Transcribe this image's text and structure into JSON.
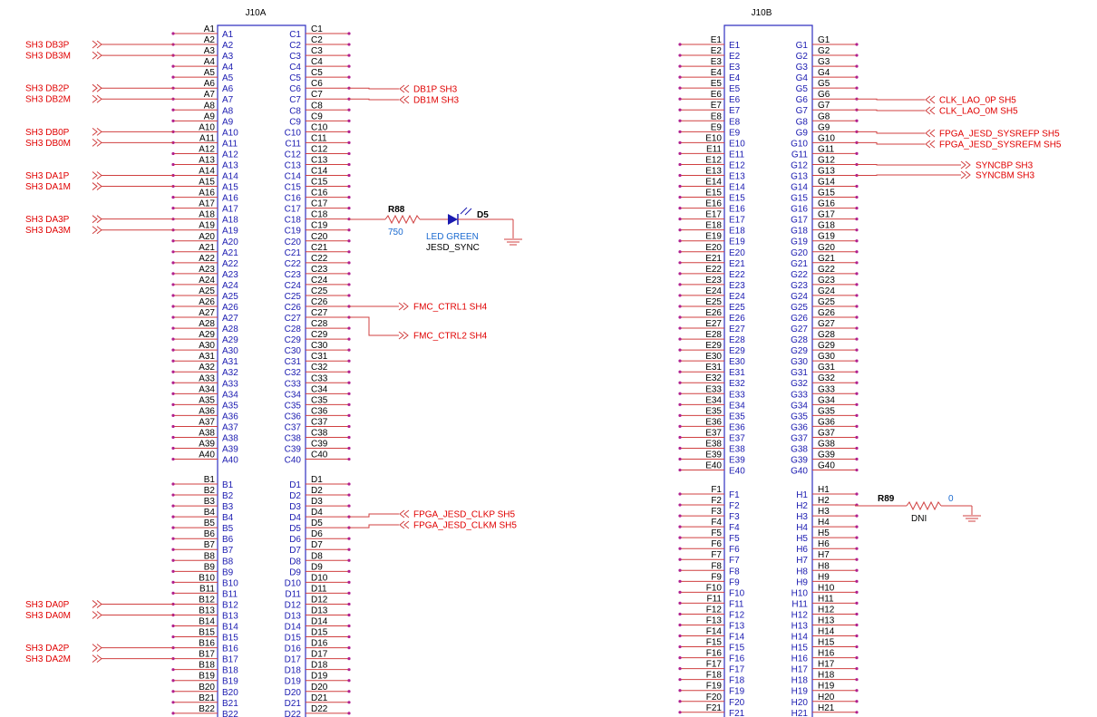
{
  "connectors": [
    {
      "ref": "J10A",
      "rows": [
        {
          "left_prefix": "A",
          "right_prefix": "C",
          "count": 40
        },
        {
          "left_prefix": "B",
          "right_prefix": "D",
          "count": 22
        }
      ]
    },
    {
      "ref": "J10B",
      "rows": [
        {
          "left_prefix": "E",
          "right_prefix": "G",
          "count": 40
        },
        {
          "left_prefix": "F",
          "right_prefix": "H",
          "count": 21
        }
      ]
    }
  ],
  "net_labels": [
    {
      "pin": "A2",
      "text": "SH3   DB3P"
    },
    {
      "pin": "A3",
      "text": "SH3   DB3M"
    },
    {
      "pin": "A6",
      "text": "SH3   DB2P"
    },
    {
      "pin": "A7",
      "text": "SH3   DB2M"
    },
    {
      "pin": "A10",
      "text": "SH3   DB0P"
    },
    {
      "pin": "A11",
      "text": "SH3   DB0M"
    },
    {
      "pin": "A14",
      "text": "SH3   DA1P"
    },
    {
      "pin": "A15",
      "text": "SH3   DA1M"
    },
    {
      "pin": "A18",
      "text": "SH3   DA3P"
    },
    {
      "pin": "A19",
      "text": "SH3   DA3M"
    },
    {
      "pin": "B12",
      "text": "SH3   DA0P"
    },
    {
      "pin": "B13",
      "text": "SH3   DA0M"
    },
    {
      "pin": "B16",
      "text": "SH3   DA2P"
    },
    {
      "pin": "B17",
      "text": "SH3   DA2M"
    },
    {
      "pin": "C6",
      "text": "DB1P   SH3"
    },
    {
      "pin": "C7",
      "text": "DB1M   SH3"
    },
    {
      "pin": "C26",
      "text": "FMC_CTRL1   SH4"
    },
    {
      "pin": "C27",
      "text": "FMC_CTRL2   SH4"
    },
    {
      "pin": "D4",
      "text": "FPGA_JESD_CLKP     SH5"
    },
    {
      "pin": "D5",
      "text": "FPGA_JESD_CLKM     SH5"
    },
    {
      "pin": "G6",
      "text": "CLK_LAO_0P     SH5"
    },
    {
      "pin": "G7",
      "text": "CLK_LAO_0M     SH5"
    },
    {
      "pin": "G9",
      "text": "FPGA_JESD_SYSREFP  SH5"
    },
    {
      "pin": "G10",
      "text": "FPGA_JESD_SYSREFM SH5"
    },
    {
      "pin": "G12",
      "text": "SYNCBP    SH3"
    },
    {
      "pin": "G13",
      "text": "SYNCBM    SH3"
    }
  ],
  "components": {
    "r88": {
      "ref": "R88",
      "value": "750"
    },
    "d5": {
      "ref": "D5",
      "value": "LED GREEN",
      "net": "JESD_SYNC"
    },
    "r89": {
      "ref": "R89",
      "value": "0",
      "note": "DNI"
    }
  },
  "colors": {
    "wire": "#d04040",
    "net_text": "#e00000",
    "body": "#3030c0",
    "pin_number": "#1a1ab0",
    "value": "#1a6ad0"
  }
}
